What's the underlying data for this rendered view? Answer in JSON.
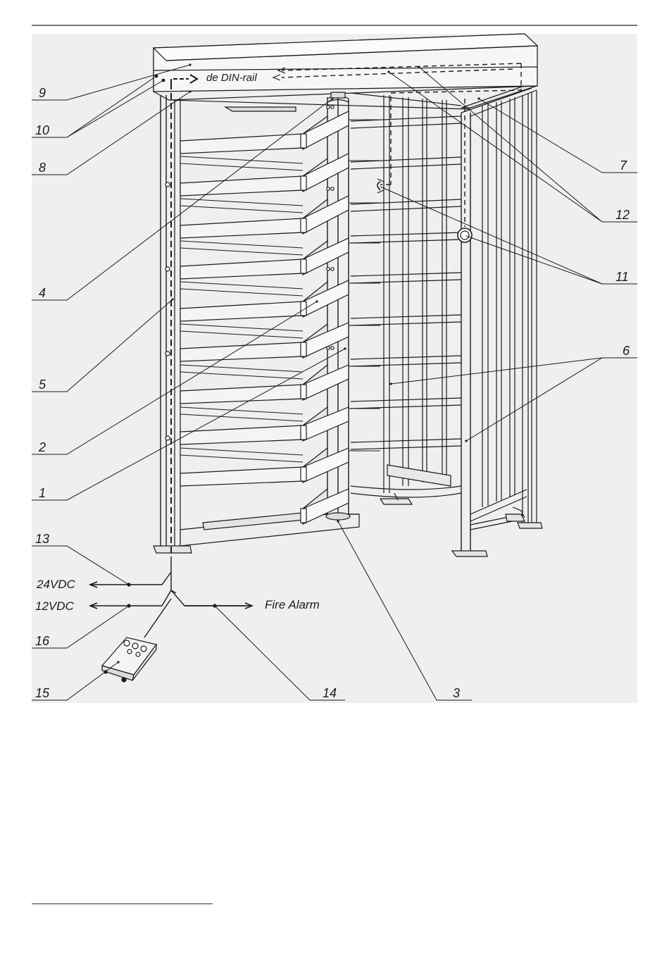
{
  "figure": {
    "din_rail_label": "de DIN-rail",
    "power_24": "24VDC",
    "power_12": "12VDC",
    "fire_alarm": "Fire Alarm"
  },
  "callouts": [
    {
      "id": "c1",
      "label": "1"
    },
    {
      "id": "c2",
      "label": "2"
    },
    {
      "id": "c3",
      "label": "3"
    },
    {
      "id": "c4",
      "label": "4"
    },
    {
      "id": "c5",
      "label": "5"
    },
    {
      "id": "c6",
      "label": "6"
    },
    {
      "id": "c7",
      "label": "7"
    },
    {
      "id": "c8",
      "label": "8"
    },
    {
      "id": "c9",
      "label": "9"
    },
    {
      "id": "c10",
      "label": "10"
    },
    {
      "id": "c11",
      "label": "11"
    },
    {
      "id": "c12",
      "label": "12"
    },
    {
      "id": "c13",
      "label": "13"
    },
    {
      "id": "c14",
      "label": "14"
    },
    {
      "id": "c15",
      "label": "15"
    },
    {
      "id": "c16",
      "label": "16"
    }
  ],
  "colors": {
    "figure_background": "#efefef",
    "line": "#1a1a1a"
  }
}
